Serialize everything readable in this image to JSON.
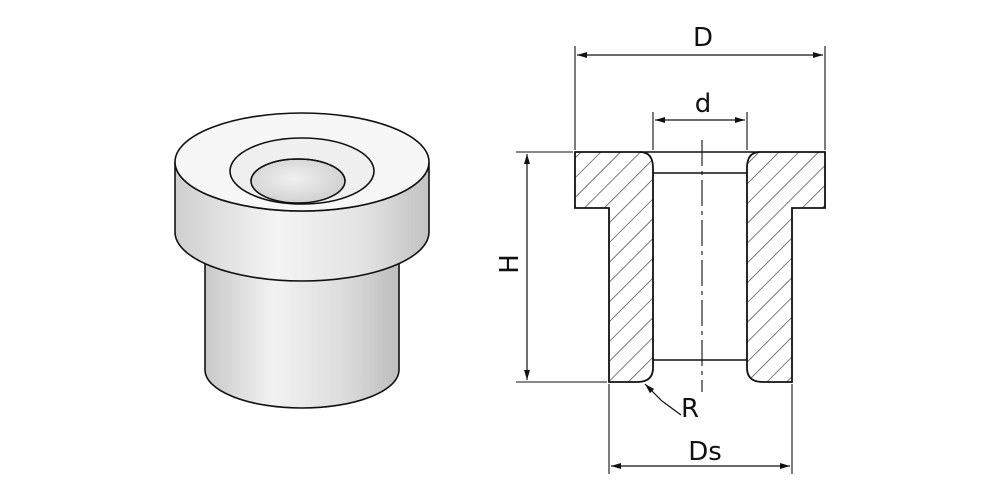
{
  "labels": {
    "outer_diameter": "D",
    "bore_diameter": "d",
    "height": "H",
    "radius": "R",
    "shank_diameter": "Ds"
  },
  "colors": {
    "line": "#111111",
    "hatch": "#333333",
    "part_light": "#f7f7f7",
    "part_mid": "#e6e6e6",
    "part_dark": "#c9c9c9"
  }
}
